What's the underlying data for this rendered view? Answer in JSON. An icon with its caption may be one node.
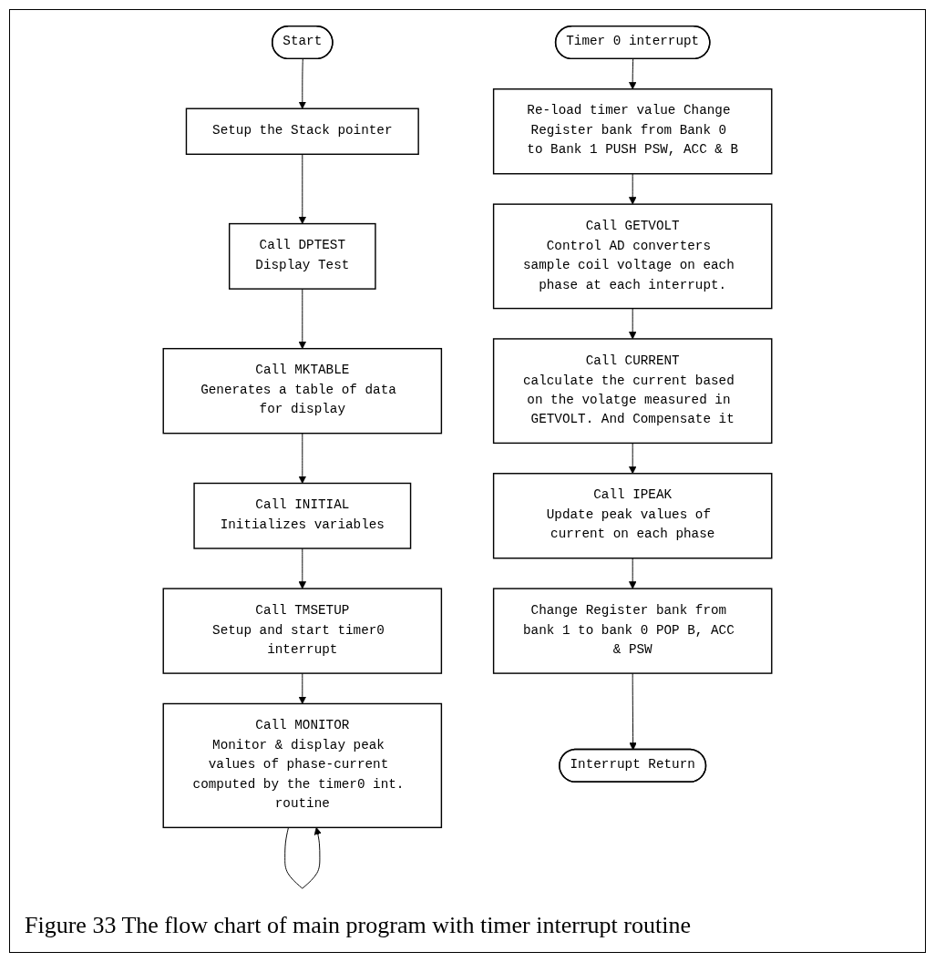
{
  "diagram": {
    "caption": "Figure 33 The flow chart of main program with timer interrupt routine",
    "nodes": [
      {
        "text": [
          "Start"
        ]
      },
      {
        "text": [
          "Setup the Stack pointer"
        ]
      },
      {
        "text": [
          "Call DPTEST",
          "Display Test"
        ]
      },
      {
        "text": [
          "Call MKTABLE",
          "Generates a table of data for display"
        ]
      },
      {
        "text": [
          "Call INITIAL",
          "Initializes variables"
        ]
      },
      {
        "text": [
          "Call TMSETUP",
          "Setup and start timer0 interrupt"
        ]
      },
      {
        "text": [
          "Call MONITOR",
          "Monitor & display peak values of phase-current computed by the timer0 int. routine"
        ]
      },
      {
        "text": [
          "Timer 0 interrupt"
        ]
      },
      {
        "text": [
          "Re-load timer value Change Register bank from Bank 0 to Bank 1 PUSH PSW, ACC & B"
        ]
      },
      {
        "text": [
          "Call GETVOLT",
          "Control AD converters sample coil voltage on each phase at each interrupt."
        ]
      },
      {
        "text": [
          "Call CURRENT",
          "calculate the current based on the volatge measured in GETVOLT. And Compensate it"
        ]
      },
      {
        "text": [
          "Call IPEAK",
          "Update peak values of current on each phase"
        ]
      },
      {
        "text": [
          "Change Register bank from bank 1 to bank 0 POP B, ACC & PSW"
        ]
      },
      {
        "text": [
          "Interrupt Return"
        ]
      }
    ],
    "edges": [
      {
        "from": 0,
        "to": 1,
        "arrow": "to"
      },
      {
        "from": 1,
        "to": 2,
        "arrow": "to"
      },
      {
        "from": 2,
        "to": 3,
        "arrow": "to"
      },
      {
        "from": 3,
        "to": 4,
        "arrow": "to"
      },
      {
        "from": 4,
        "to": 5,
        "arrow": "to"
      },
      {
        "from": 5,
        "to": 6,
        "arrow": "to"
      },
      {
        "from": 6,
        "to": 6,
        "arrow": "to"
      },
      {
        "from": 7,
        "to": 8,
        "arrow": "to"
      },
      {
        "from": 8,
        "to": 9,
        "arrow": "to"
      },
      {
        "from": 9,
        "to": 10,
        "arrow": "to"
      },
      {
        "from": 10,
        "to": 11,
        "arrow": "to"
      },
      {
        "from": 11,
        "to": 12,
        "arrow": "to"
      },
      {
        "from": 12,
        "to": 13,
        "arrow": "to"
      }
    ]
  }
}
